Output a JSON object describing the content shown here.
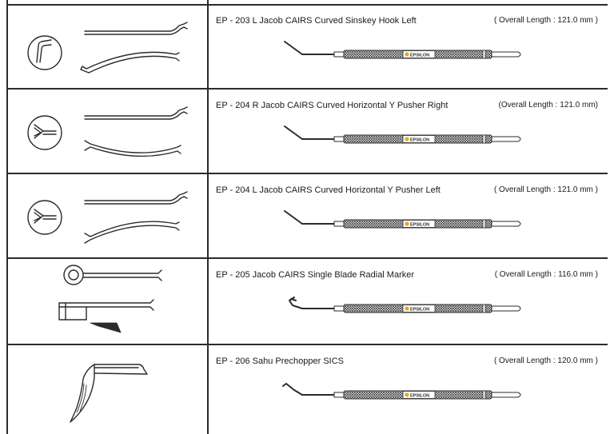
{
  "products": [
    {
      "title": "EP - 203 L Jacob CAIRS Curved Sinskey Hook Left",
      "length": "( Overall Length : 121.0 mm )",
      "sketch": "sinskey-hook",
      "tip": "bend"
    },
    {
      "title": "EP - 204 R Jacob CAIRS Curved Horizontal Y Pusher Right",
      "length": "(Overall Length : 121.0 mm)",
      "sketch": "y-pusher",
      "tip": "bend"
    },
    {
      "title": "EP - 204 L Jacob CAIRS Curved Horizontal Y Pusher Left",
      "length": "( Overall Length : 121.0 mm )",
      "sketch": "y-pusher",
      "tip": "bend"
    },
    {
      "title": "EP - 205 Jacob CAIRS Single Blade Radial Marker",
      "length": "( Overall Length : 116.0 mm )",
      "sketch": "radial-marker",
      "tip": "marker"
    },
    {
      "title": "EP - 206 Sahu Prechopper SICS",
      "length": "( Overall Length : 120.0 mm )",
      "sketch": "prechopper",
      "tip": "hook"
    }
  ],
  "brand_text": "EPSILON",
  "colors": {
    "line": "#2b2b2b",
    "brand": "#e8a818"
  }
}
